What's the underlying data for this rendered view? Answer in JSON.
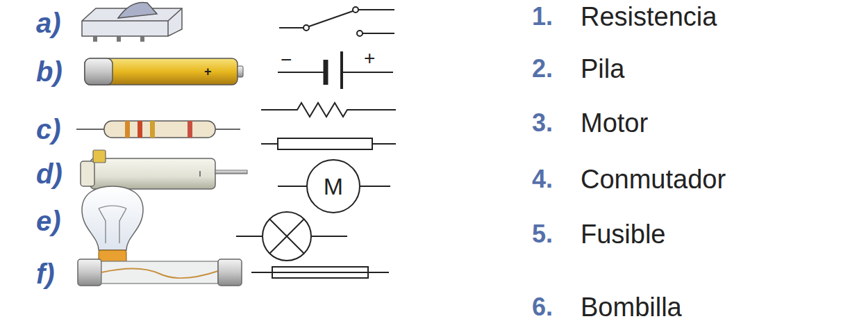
{
  "diagram": {
    "nodes": [
      {
        "text": [
          "M"
        ]
      }
    ],
    "labels": [
      "a)",
      "b)",
      "c)",
      "d)",
      "e)",
      "f)",
      "1.",
      "Resistencia",
      "2.",
      "Pila",
      "3.",
      "Motor",
      "4.",
      "Conmutador",
      "5.",
      "Fusible",
      "6.",
      "Bombilla",
      "+",
      "−",
      "+"
    ]
  }
}
